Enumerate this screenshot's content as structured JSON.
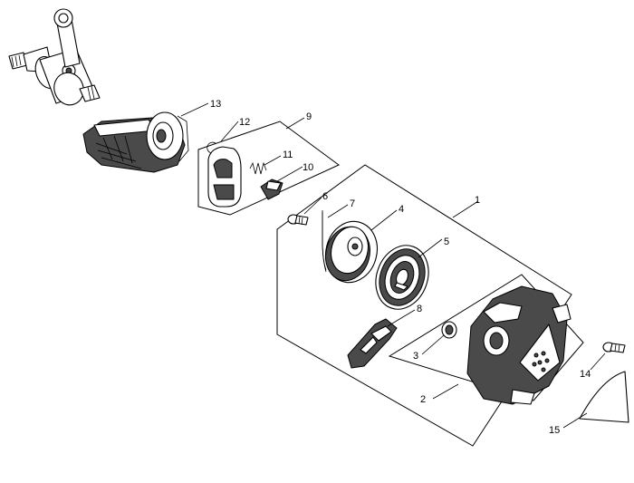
{
  "callouts": {
    "p1": "1",
    "p2": "2",
    "p3": "3",
    "p4": "4",
    "p5": "5",
    "p6": "6",
    "p7": "7",
    "p8": "8",
    "p9": "9",
    "p10": "10",
    "p11": "11",
    "p12": "12",
    "p13": "13",
    "p14": "14",
    "p15": "15"
  },
  "colors": {
    "ink": "#000000",
    "part_shade": "#4a4a4a",
    "background": "#ffffff"
  }
}
